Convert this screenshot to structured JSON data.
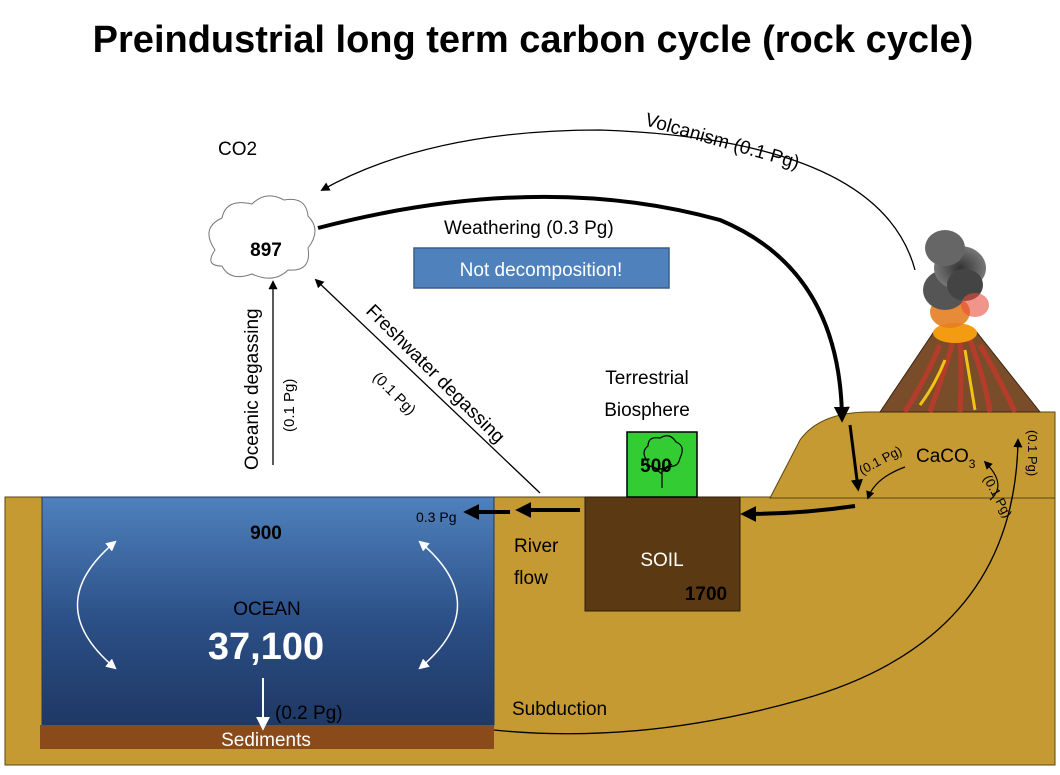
{
  "title": "Preindustrial long term carbon cycle (rock cycle)",
  "atmosphere": {
    "label": "CO2",
    "value": "897"
  },
  "fluxes": {
    "volcanism": "Volcanism (0.1 Pg)",
    "weathering": "Weathering (0.3 Pg)",
    "freshwater": "Freshwater degassing",
    "freshwater_amount": "(0.1 Pg)",
    "oceanic": "Oceanic degassing",
    "oceanic_amount": "(0.1 Pg)",
    "river_amount": "0.3 Pg",
    "river": [
      "River",
      "flow"
    ],
    "sediment_flux": "(0.2 Pg)",
    "subduction": "Subduction",
    "caco3_left": "(0.1 Pg)",
    "caco3_right": "(0.1 Pg)",
    "caco3_down": "(0.1 Pg)"
  },
  "note_button": "Not decomposition!",
  "biosphere": {
    "label": [
      "Terrestrial",
      "Biosphere"
    ],
    "value": "500"
  },
  "soil": {
    "label": "SOIL",
    "value": "1700"
  },
  "ocean": {
    "surface_value": "900",
    "label": "OCEAN",
    "deep_value": "37,100"
  },
  "sediments": "Sediments",
  "caco3": {
    "base": "CaCO",
    "sub": "3"
  },
  "colors": {
    "ground": "#c59a33",
    "ocean_top": "#4f81bd",
    "ocean_bottom": "#1f3864",
    "soil": "#5b3a13",
    "sediment": "#8b4a1a",
    "biosphere": "#33cc33",
    "note": "#4f81bd"
  }
}
